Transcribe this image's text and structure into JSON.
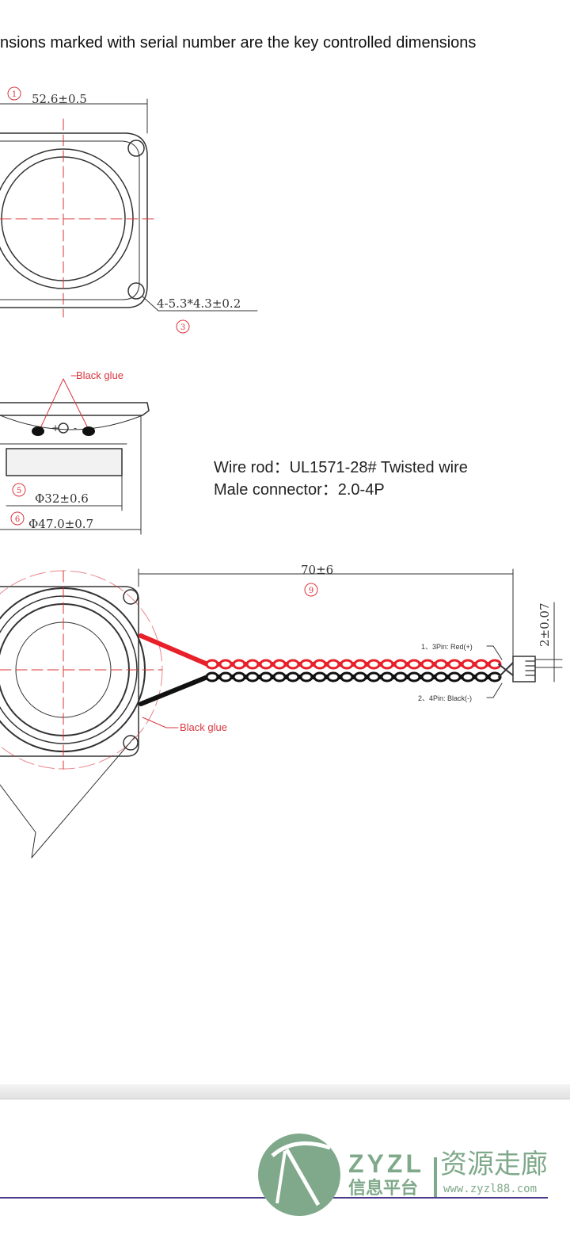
{
  "heading": "nsions marked with serial number are the key controlled dimensions",
  "top_view": {
    "dim_label": "52.6±0.5",
    "dim_serial": "1",
    "hole_label": "4-5.3*4.3±0.2",
    "hole_serial": "3"
  },
  "side_view": {
    "glue_label": "Black glue",
    "plus": "+",
    "minus": "-",
    "dia1_label": "Φ32±0.6",
    "dia1_serial": "5",
    "dia2_label": "Φ47.0±0.7",
    "dia2_serial": "6"
  },
  "specs": {
    "wire_rod": "Wire rod：UL1571-28#  Twisted wire",
    "connector": "Male connector：2.0-4P"
  },
  "wire_view": {
    "length_label": "70±6",
    "length_serial": "9",
    "pitch_label": "2±0.07",
    "pin_red": "1、3Pin: Red(+)",
    "pin_black": "2、4Pin: Black(-)",
    "glue_label": "Black glue"
  },
  "watermark": {
    "brand": "ZYZL",
    "cn_sub": "信息平台",
    "cn_name": "资源走廊",
    "url": "www.zyzl88.com"
  },
  "colors": {
    "red_wire": "#e8202a",
    "black_wire": "#111111",
    "annotation": "#d9363e",
    "logo": "#7fa98a",
    "footer_line": "#4b3a8c"
  }
}
